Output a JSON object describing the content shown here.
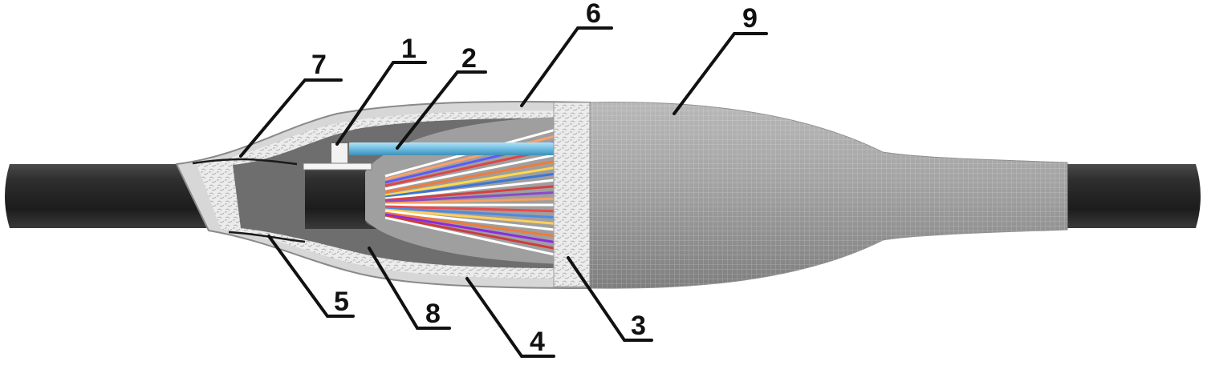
{
  "diagram": {
    "callouts": [
      {
        "id": "1",
        "label": "1"
      },
      {
        "id": "2",
        "label": "2"
      },
      {
        "id": "3",
        "label": "3"
      },
      {
        "id": "4",
        "label": "4"
      },
      {
        "id": "5",
        "label": "5"
      },
      {
        "id": "6",
        "label": "6"
      },
      {
        "id": "7",
        "label": "7"
      },
      {
        "id": "8",
        "label": "8"
      },
      {
        "id": "9",
        "label": "9"
      }
    ],
    "colors": {
      "cable": "#2b2b2b",
      "sleeve": "#cfcfcf",
      "heatshrink": "#9a9a9a",
      "foam": "#e9e9e9",
      "fiber_tube": "#7cc6e6"
    }
  }
}
